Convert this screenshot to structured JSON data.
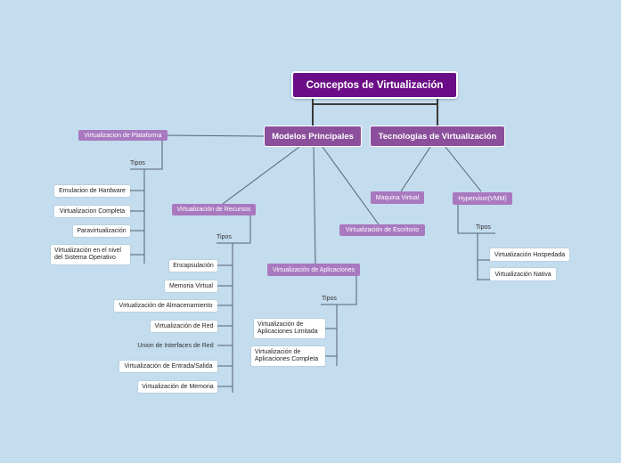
{
  "root": "Conceptos de Virtualización",
  "main": {
    "modelos": "Modelos Principales",
    "tecnologias": "Tecnologias de Virtualización"
  },
  "plataforma": {
    "label": "Virtualizacion de Plataforma",
    "tipos": "Tipos",
    "items": [
      "Emulacion de Hardware",
      "Virtualizacion Completa",
      "Paravirtualización",
      "Virtualización en el nivel del Sistema Operativo"
    ]
  },
  "recursos": {
    "label": "Virtualización de Recursos",
    "tipos": "Tipos",
    "items": [
      "Encapsulación",
      "Memoria Virtual",
      "Virtualización de Almacenamiento",
      "Virtualización de Red",
      "Union de Interfaces de Red",
      "Virtualización de Entrada/Salida",
      "Virtualización de Memoria"
    ]
  },
  "aplicaciones": {
    "label": "Virtualización de Aplicaciones",
    "tipos": "Tipos",
    "items": [
      "Virtualización de Aplicaciones Limitada",
      "Virtualización de Aplicaciones Completa"
    ]
  },
  "escritorio": {
    "label": "Virtualización de Escritorio"
  },
  "maquina": {
    "label": "Maquina Virtual"
  },
  "hypervisor": {
    "label": "Hypervisor(VMM)",
    "tipos": "Tipos",
    "items": [
      "Virtualización Hospedada",
      "Virtualización Nativa"
    ]
  },
  "colors": {
    "background": "#c3dcee",
    "root": "#6a0d86",
    "main": "#8b4f9b",
    "sub": "#a979c0",
    "connector": "#555555"
  }
}
